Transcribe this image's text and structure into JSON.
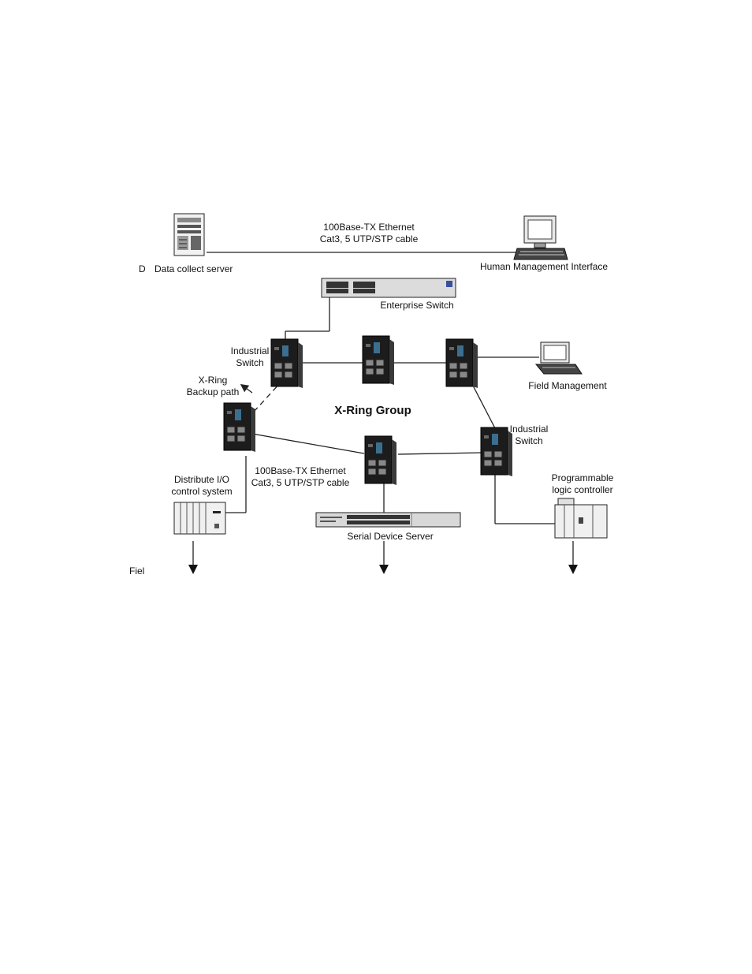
{
  "labels": {
    "top_cable_1": "100Base-TX Ethernet",
    "top_cable_2": "Cat3, 5 UTP/STP cable",
    "data_collect_prefix": "D",
    "data_collect": "Data collect server",
    "hmi": "Human Management Interface",
    "enterprise_switch": "Enterprise Switch",
    "industrial_switch_1a": "Industrial",
    "industrial_switch_1b": "Switch",
    "xring_backup_1": "X-Ring",
    "xring_backup_2": "Backup path",
    "field_management": "Field Management",
    "xring_group": "X-Ring Group",
    "industrial_switch_2a": "Industrial",
    "industrial_switch_2b": "Switch",
    "mid_cable_1": "100Base-TX Ethernet",
    "mid_cable_2": "Cat3, 5 UTP/STP cable",
    "distribute_io_1": "Distribute I/O",
    "distribute_io_2": "control system",
    "plc_1": "Programmable",
    "plc_2": "logic controller",
    "serial_device_server": "Serial Device Server",
    "field": "Fiel"
  },
  "icons": {
    "server": "server-tower-icon",
    "desktop": "desktop-computer-icon",
    "laptop": "laptop-icon",
    "enterprise_switch": "rack-switch-icon",
    "industrial_switch": "din-rail-switch-icon",
    "io_module": "io-module-icon",
    "plc": "plc-icon",
    "serial_server": "serial-server-icon"
  }
}
